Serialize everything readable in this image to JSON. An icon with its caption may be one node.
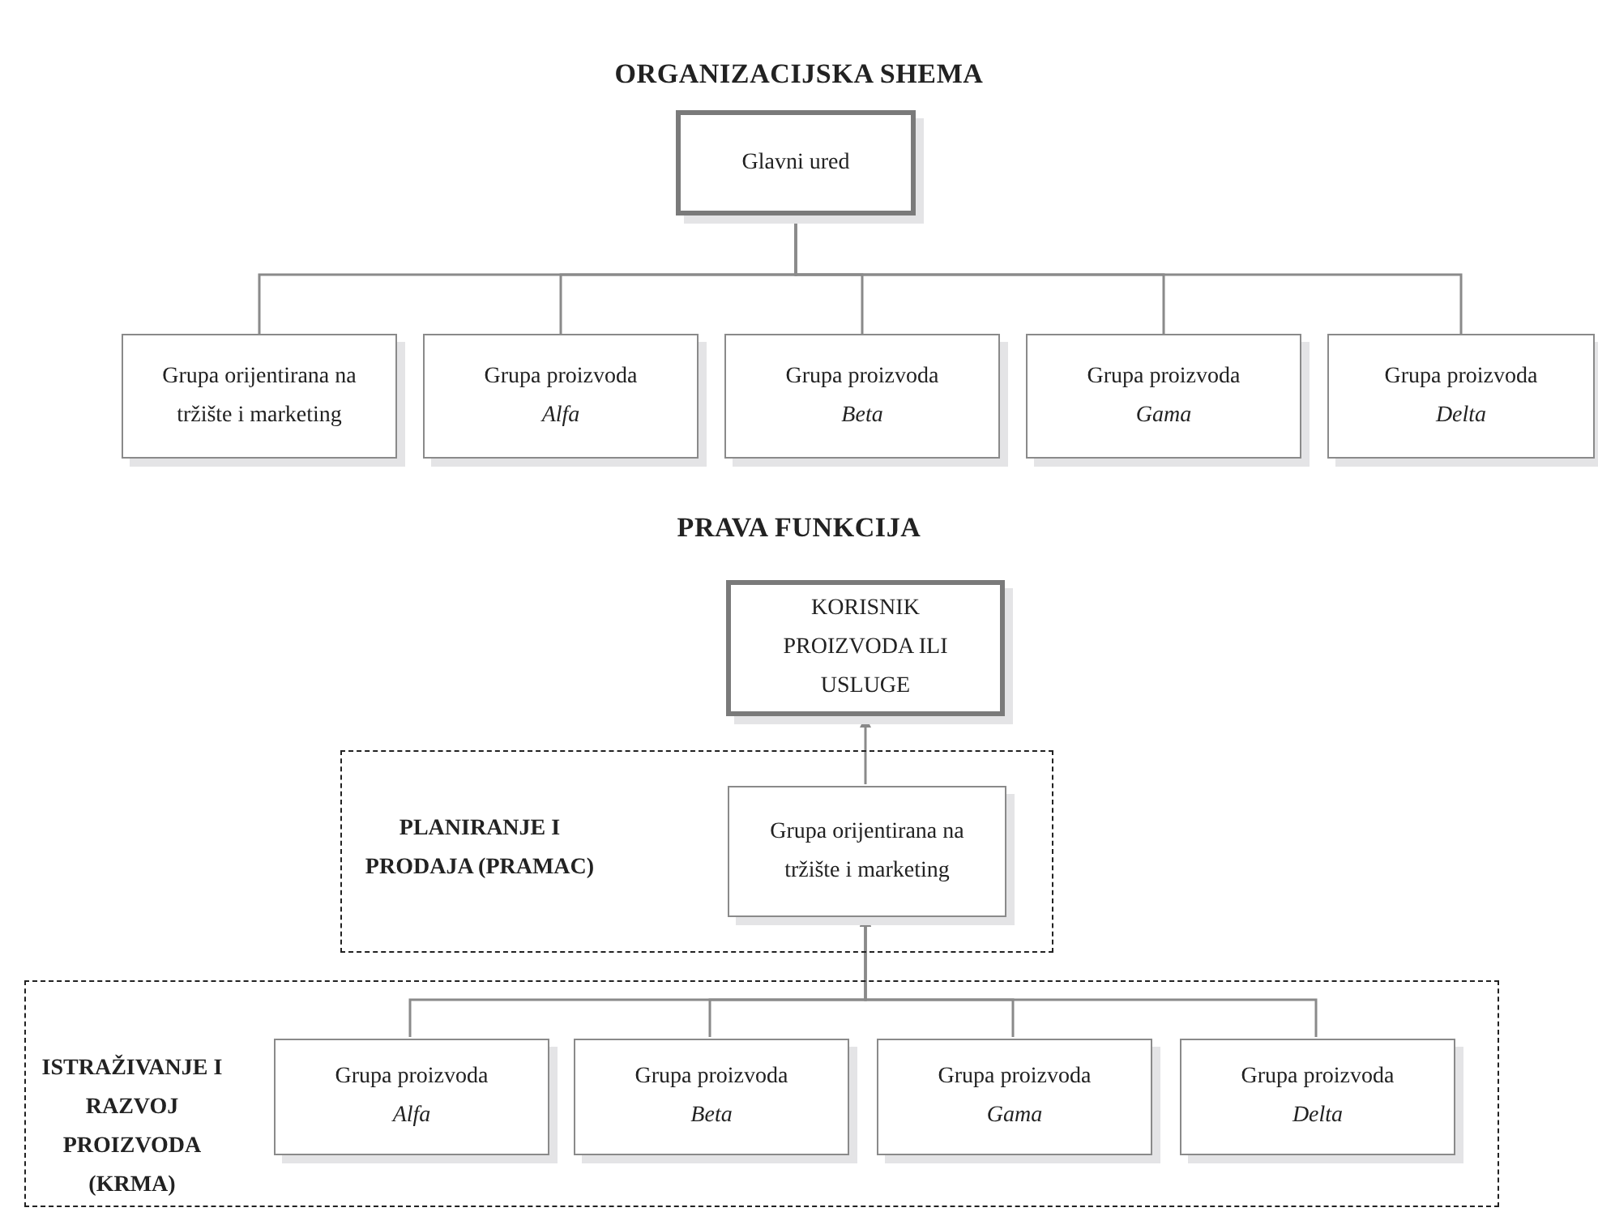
{
  "diagram": {
    "title": "ORGANIZACIJSKA SHEMA",
    "nodes": [
      {
        "text": [
          "Glavni ured"
        ]
      },
      {
        "text": [
          "Grupa orijentirana na tržište i marketing"
        ]
      },
      {
        "text": [
          "Grupa proizvoda",
          "Alfa"
        ]
      },
      {
        "text": [
          "Grupa proizvoda",
          "Beta"
        ]
      },
      {
        "text": [
          "Grupa proizvoda",
          "Gama"
        ]
      },
      {
        "text": [
          "Grupa proizvoda",
          "Delta"
        ]
      },
      {
        "text": [
          "KORISNIK PROIZVODA ILI USLUGE"
        ]
      },
      {
        "text": [
          "PLANIRANJE I PRODAJA (PRAMAC)"
        ]
      },
      {
        "text": [
          "Grupa orijentirana na tržište i marketing"
        ],
        "in": 7
      },
      {
        "text": [
          "ISTRAŽIVANJE I RAZVOJ PROIZVODA (KRMA)"
        ]
      },
      {
        "text": [
          "Grupa proizvoda",
          "Alfa"
        ],
        "in": 9
      },
      {
        "text": [
          "Grupa proizvoda",
          "Beta"
        ],
        "in": 9
      },
      {
        "text": [
          "Grupa proizvoda",
          "Gama"
        ],
        "in": 9
      },
      {
        "text": [
          "Grupa proizvoda",
          "Delta"
        ],
        "in": 9
      }
    ],
    "edges": [
      {
        "from": 0,
        "to": 1,
        "arrow": "none"
      },
      {
        "from": 0,
        "to": 2,
        "arrow": "none"
      },
      {
        "from": 0,
        "to": 3,
        "arrow": "none"
      },
      {
        "from": 0,
        "to": 4,
        "arrow": "none"
      },
      {
        "from": 0,
        "to": 5,
        "arrow": "none"
      },
      {
        "from": 8,
        "to": 6,
        "arrow": "to"
      },
      {
        "from": 10,
        "to": 8,
        "arrow": "to"
      },
      {
        "from": 11,
        "to": 8,
        "arrow": "to"
      },
      {
        "from": 12,
        "to": 8,
        "arrow": "to"
      },
      {
        "from": 13,
        "to": 8,
        "arrow": "to"
      }
    ],
    "labels": [
      "PRAVA FUNKCIJA"
    ]
  }
}
